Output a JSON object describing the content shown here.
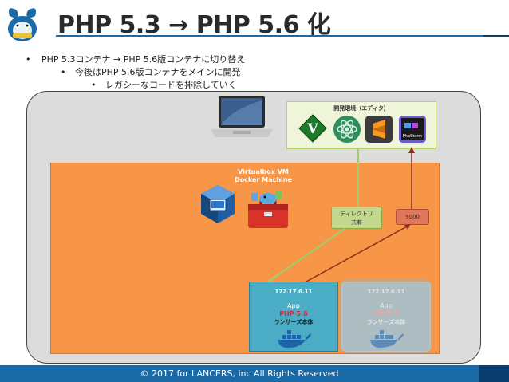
{
  "header": {
    "title": "PHP 5.3 → PHP 5.6 化"
  },
  "bullets": [
    {
      "level": 1,
      "text": "PHP 5.3コンテナ → PHP 5.6版コンテナに切り替え"
    },
    {
      "level": 2,
      "text": "今後はPHP 5.6版コンテナをメインに開発"
    },
    {
      "level": 3,
      "text": "レガシーなコードを排除していく"
    }
  ],
  "diagram": {
    "devbox_label": "開発環境（エディタ）",
    "vm_label_line1": "Virtualbox VM",
    "vm_label_line2": "Docker Machine",
    "shared_dir_line1": "ディレクトリ",
    "shared_dir_line2": "共有",
    "port": "9000",
    "phpstorm_label": "PhpStorm",
    "containers": [
      {
        "ip": "172.17.6.11",
        "app": "App",
        "php": "PHP 5.6",
        "desc": "ランサーズ本体"
      },
      {
        "ip": "172.17.6.11",
        "app": "App",
        "php": "PHP5.3",
        "desc": "ランサーズ本体"
      }
    ]
  },
  "footer": {
    "text": "© 2017 for LANCERS, inc All Rights Reserved"
  },
  "colors": {
    "accent_blue": "#1a6aa8",
    "vm_orange": "#f79646",
    "container_blue": "#4bacc6",
    "shared_green": "#c4d78f",
    "port_red": "#e0765b"
  },
  "icons": [
    "lancers-mascot-icon",
    "laptop-icon",
    "vim-icon",
    "atom-icon",
    "sublime-text-icon",
    "phpstorm-icon",
    "virtualbox-icon",
    "docker-toolbox-icon",
    "docker-whale-icon"
  ]
}
